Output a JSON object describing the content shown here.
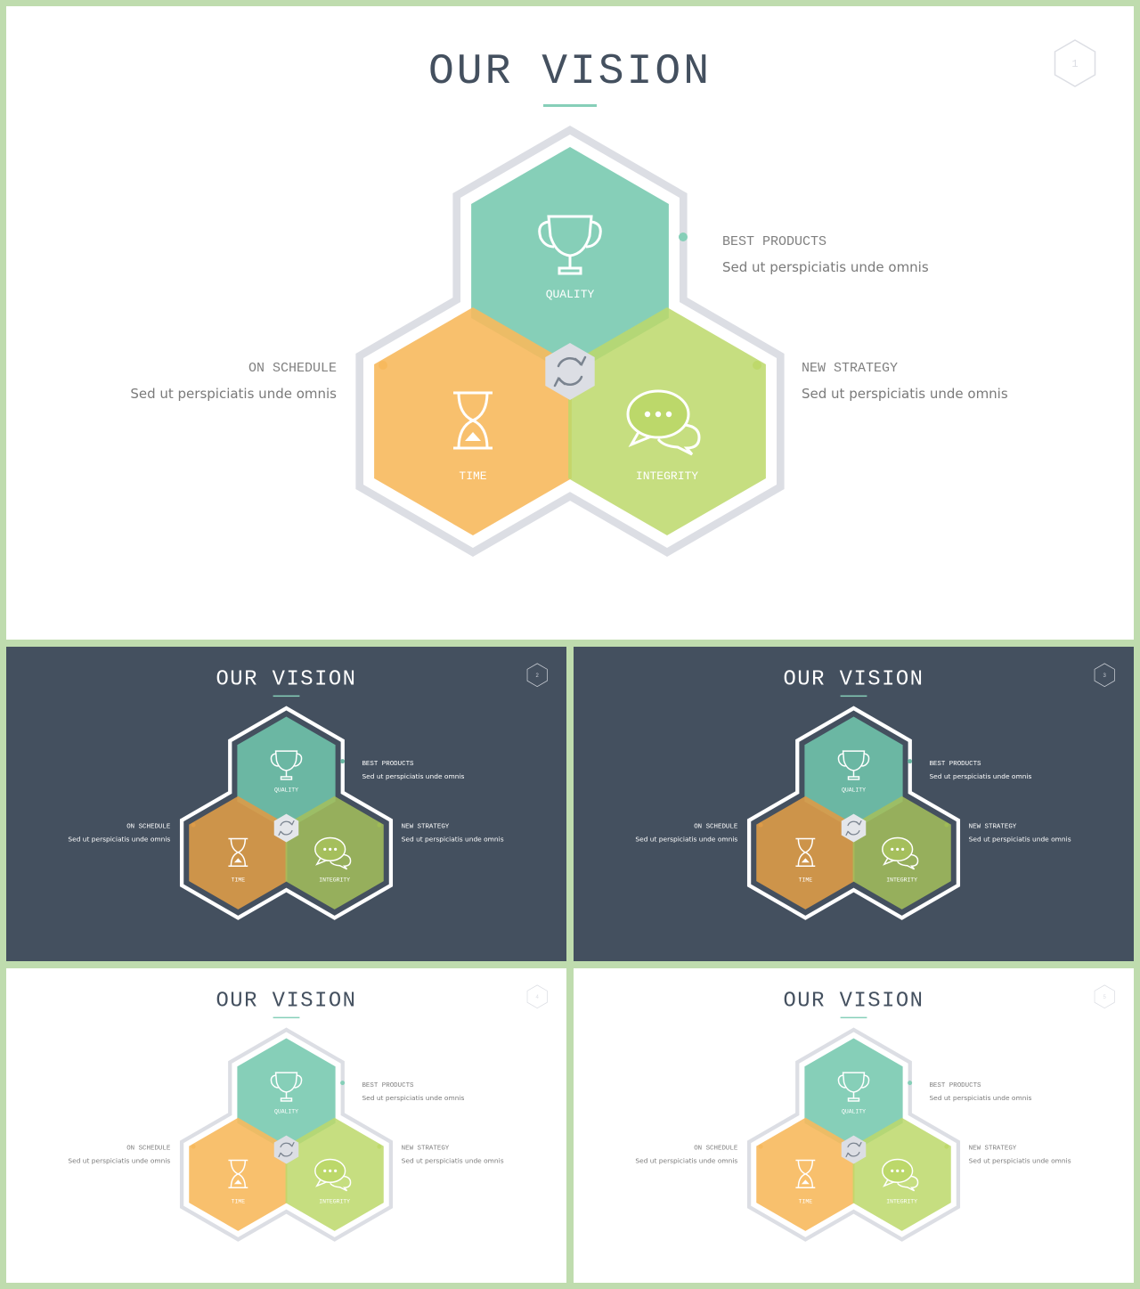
{
  "slides": [
    {
      "theme": "light",
      "title": "OUR VISION",
      "page_number": "1"
    },
    {
      "theme": "dark",
      "title": "OUR VISION",
      "page_number": "2"
    },
    {
      "theme": "dark",
      "title": "OUR VISION",
      "page_number": "3"
    },
    {
      "theme": "light",
      "title": "OUR VISION",
      "page_number": "4"
    },
    {
      "theme": "light",
      "title": "OUR VISION",
      "page_number": "5"
    }
  ],
  "diagram": {
    "top": {
      "label": "QUALITY",
      "icon": "trophy-icon"
    },
    "left": {
      "label": "TIME",
      "icon": "hourglass-icon"
    },
    "right": {
      "label": "INTEGRITY",
      "icon": "chat-bubbles-icon"
    },
    "center_icon": "refresh-cycle-icon",
    "callouts": {
      "best_products": {
        "title": "BEST PRODUCTS",
        "text": "Sed ut perspiciatis unde omnis"
      },
      "on_schedule": {
        "title": "ON SCHEDULE",
        "text": "Sed ut perspiciatis unde omnis"
      },
      "new_strategy": {
        "title": "NEW STRATEGY",
        "text": "Sed ut perspiciatis unde omnis"
      }
    }
  },
  "colors": {
    "teal": "#86cfb8",
    "orange": "#f7b95d",
    "green": "#bed96b",
    "title_light": "#44505f",
    "background_dark": "#44505f",
    "frame": "#bfdcae"
  }
}
